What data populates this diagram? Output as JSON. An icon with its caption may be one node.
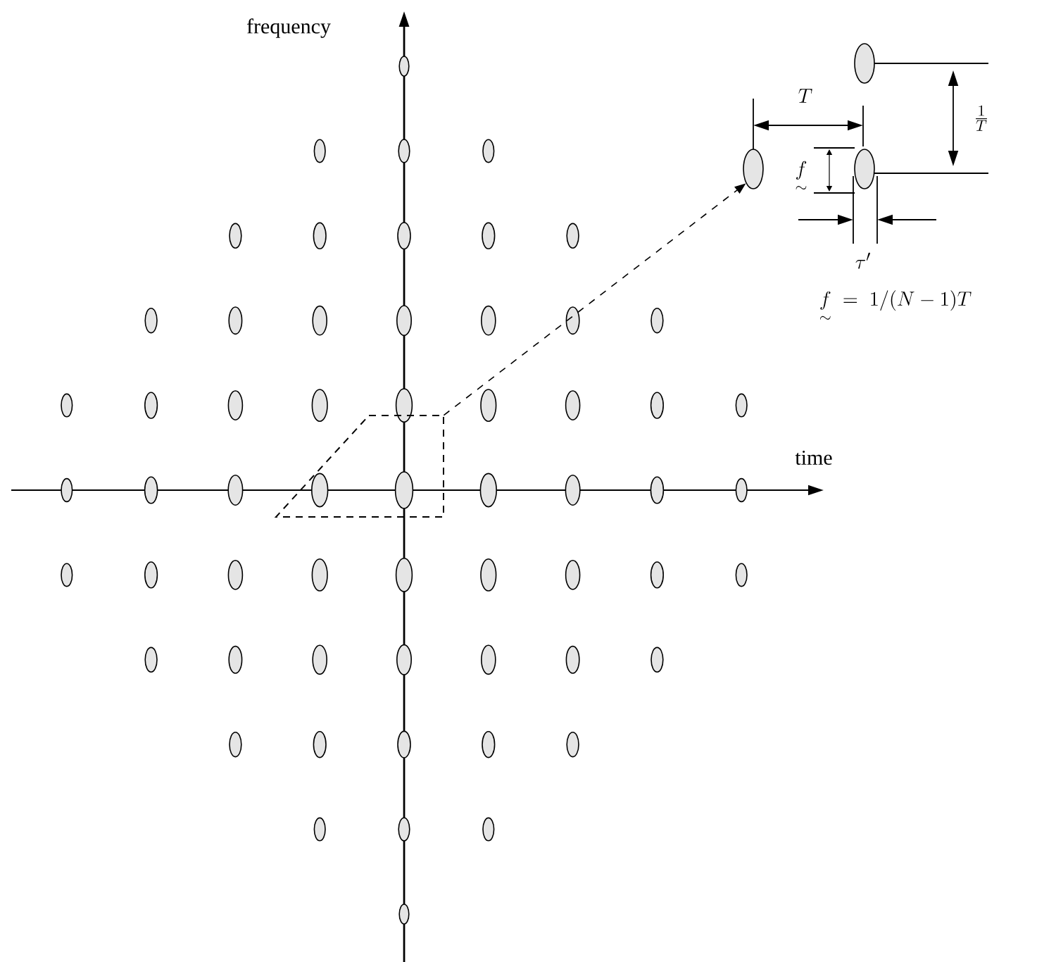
{
  "diagram": {
    "nodes": [
      {
        "text": [],
        "shape": "box"
      },
      {
        "text": [],
        "shape": "ellipse"
      }
    ],
    "edges": [
      {
        "from": 0,
        "to": 1,
        "arrow": "to",
        "style": "dashed"
      }
    ],
    "labels": [
      "frequency",
      "time",
      "T",
      "\\frac{1}{T}",
      "\\underset{\\sim}{f}",
      "\\tau'",
      "\\underset{\\sim}{f} \\;=\\; 1/(N-1)T"
    ]
  }
}
